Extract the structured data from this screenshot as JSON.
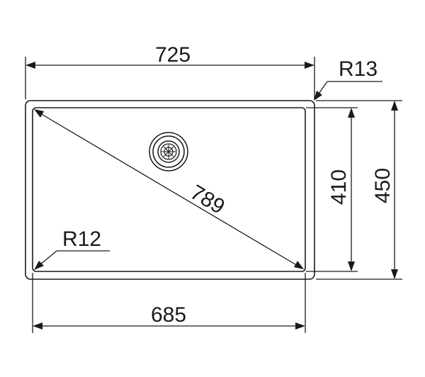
{
  "drawing": {
    "outer_width": "725",
    "inner_width": "685",
    "inner_height": "410",
    "outer_height": "450",
    "diagonal": "789",
    "outer_radius": "R13",
    "inner_radius": "R12"
  },
  "colors": {
    "line": "#1a1a1a",
    "background": "#ffffff"
  },
  "icons": {
    "drain": "drain-icon"
  }
}
